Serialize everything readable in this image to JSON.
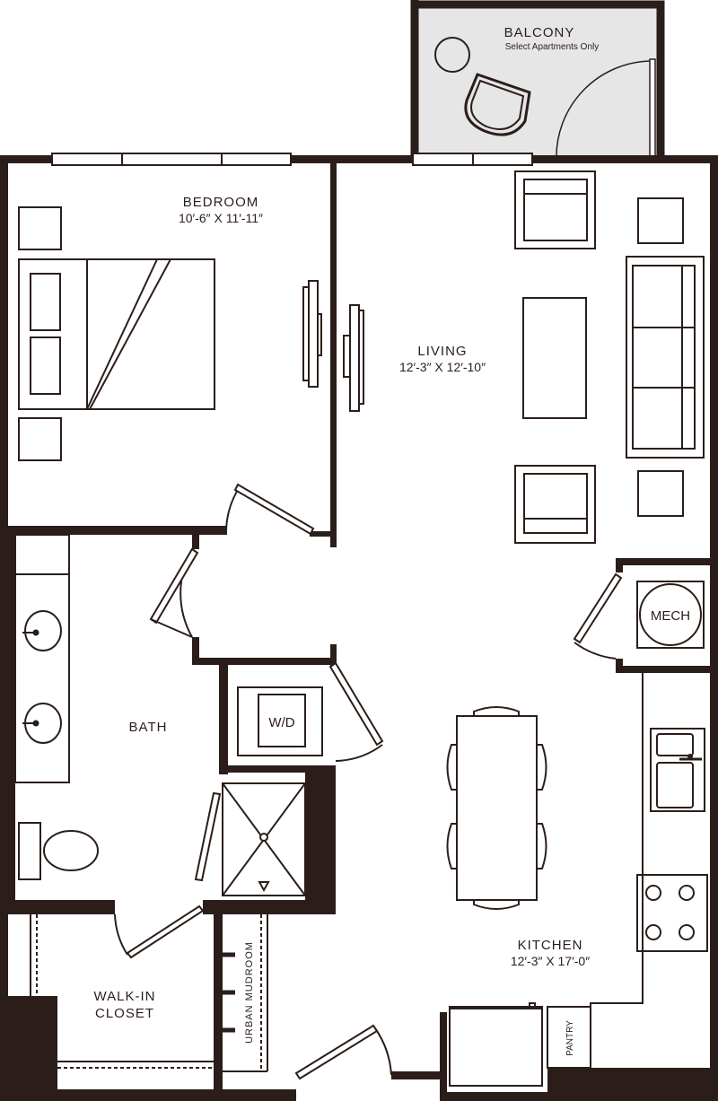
{
  "colors": {
    "wall": "#2b1e1a",
    "line": "#2b1e1a",
    "background": "#ffffff",
    "balcony_fill": "#e6e6e6"
  },
  "labels": {
    "balcony": {
      "name": "BALCONY",
      "note": "Select Apartments Only"
    },
    "bedroom": {
      "name": "BEDROOM",
      "dims": "10′-6″ X 11′-11″"
    },
    "living": {
      "name": "LIVING",
      "dims": "12′-3″ X 12′-10″"
    },
    "bath": {
      "name": "BATH"
    },
    "walkin": {
      "line1": "WALK-IN",
      "line2": "CLOSET"
    },
    "kitchen": {
      "name": "KITCHEN",
      "dims": "12′-3″ X 17′-0″"
    },
    "mech": "MECH",
    "wd": "W/D",
    "mudroom": "URBAN MUDROOM",
    "pantry": "PANTRY"
  }
}
